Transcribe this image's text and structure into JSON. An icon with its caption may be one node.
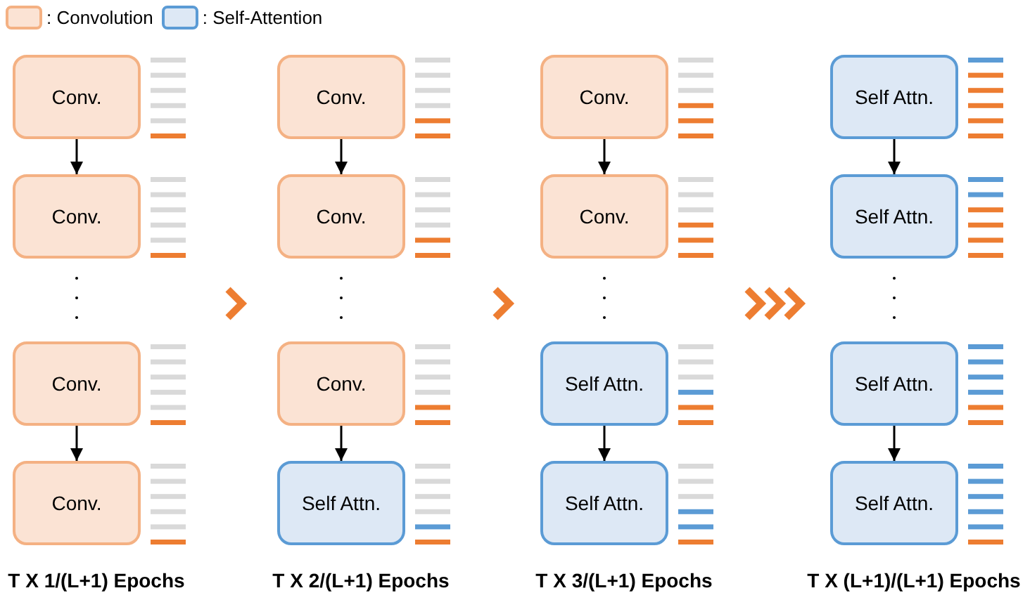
{
  "diagram": {
    "nodes": [
      {
        "text": [
          "Conv."
        ]
      },
      {
        "text": [
          "Conv."
        ]
      },
      {
        "text": [
          "Conv."
        ]
      },
      {
        "text": [
          "Conv."
        ]
      },
      {
        "text": [
          "Conv."
        ]
      },
      {
        "text": [
          "Conv."
        ]
      },
      {
        "text": [
          "Conv."
        ]
      },
      {
        "text": [
          "Self Attn."
        ]
      },
      {
        "text": [
          "Conv."
        ]
      },
      {
        "text": [
          "Conv."
        ]
      },
      {
        "text": [
          "Self Attn."
        ]
      },
      {
        "text": [
          "Self Attn."
        ]
      },
      {
        "text": [
          "Self Attn."
        ]
      },
      {
        "text": [
          "Self Attn."
        ]
      },
      {
        "text": [
          "Self Attn."
        ]
      },
      {
        "text": [
          "Self Attn."
        ]
      }
    ],
    "edges": [
      {
        "from": 0,
        "to": 1,
        "arrow": "to"
      },
      {
        "from": 2,
        "to": 3,
        "arrow": "to"
      },
      {
        "from": 4,
        "to": 5,
        "arrow": "to"
      },
      {
        "from": 6,
        "to": 7,
        "arrow": "to"
      },
      {
        "from": 8,
        "to": 9,
        "arrow": "to"
      },
      {
        "from": 10,
        "to": 11,
        "arrow": "to"
      },
      {
        "from": 12,
        "to": 13,
        "arrow": "to"
      },
      {
        "from": 14,
        "to": 15,
        "arrow": "to"
      }
    ],
    "labels": [
      "T X 1/(L+1) Epochs",
      "T X 2/(L+1) Epochs",
      "T X 3/(L+1) Epochs",
      "T X (L+1)/(L+1) Epochs"
    ],
    "legend": [
      {
        "text": ": Convolution",
        "color": "#fbe3d4"
      },
      {
        "text": ": Self-Attention",
        "color": "#dde8f5"
      }
    ]
  }
}
